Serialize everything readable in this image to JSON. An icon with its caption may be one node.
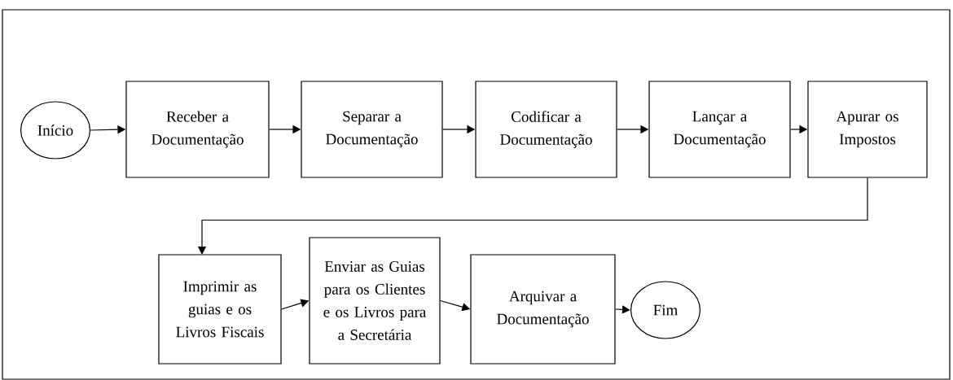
{
  "diagram": {
    "nodes": [
      {
        "text": [
          "Início"
        ]
      },
      {
        "text": [
          "Receber a Documentação"
        ]
      },
      {
        "text": [
          "Separar a Documentação"
        ]
      },
      {
        "text": [
          "Codificar a Documentação"
        ]
      },
      {
        "text": [
          "Lançar a Documentação"
        ]
      },
      {
        "text": [
          "Apurar os Impostos"
        ]
      },
      {
        "text": [
          "Imprimir as guias e os Livros Fiscais"
        ]
      },
      {
        "text": [
          "Enviar as Guias para os Clientes e os Livros para a Secretária"
        ]
      },
      {
        "text": [
          "Arquivar a Documentação"
        ]
      },
      {
        "text": [
          "Fim"
        ]
      }
    ],
    "edges": [
      {
        "from": 0,
        "to": 1,
        "arrow": "to"
      },
      {
        "from": 1,
        "to": 2,
        "arrow": "to"
      },
      {
        "from": 2,
        "to": 3,
        "arrow": "to"
      },
      {
        "from": 3,
        "to": 4,
        "arrow": "to"
      },
      {
        "from": 4,
        "to": 5,
        "arrow": "to"
      },
      {
        "from": 5,
        "to": 6,
        "arrow": "to"
      },
      {
        "from": 6,
        "to": 7,
        "arrow": "to"
      },
      {
        "from": 7,
        "to": 8,
        "arrow": "to"
      },
      {
        "from": 8,
        "to": 9,
        "arrow": "to"
      }
    ]
  }
}
